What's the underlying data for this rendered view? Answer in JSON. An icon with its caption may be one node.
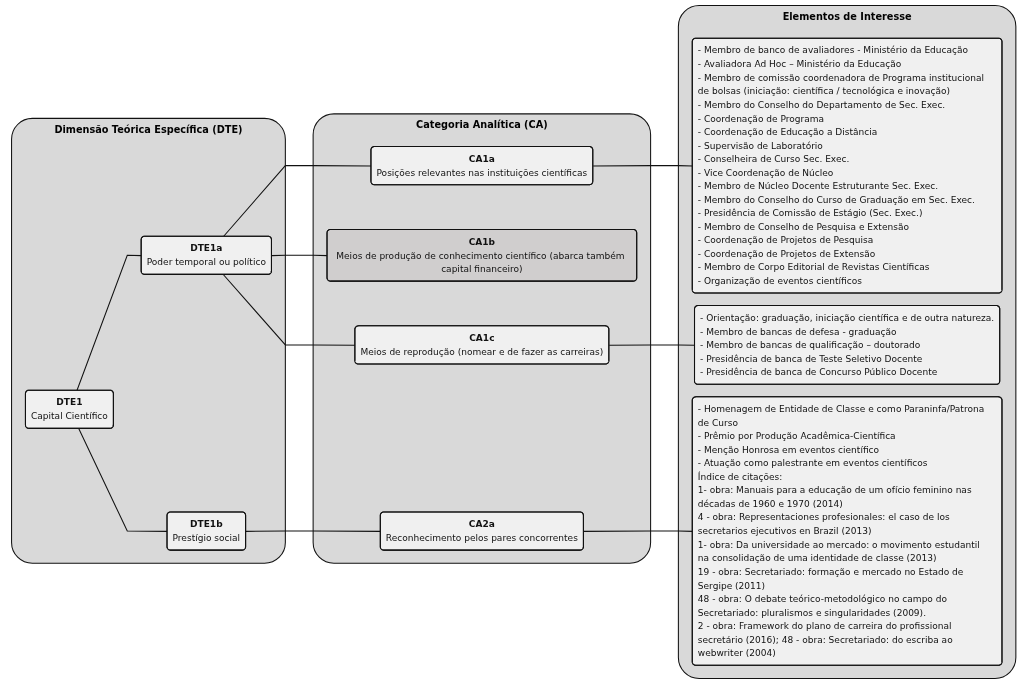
{
  "diagram": {
    "nodes": [
      {
        "text": [
          "Dimensão Teórica Específica (DTE)"
        ]
      },
      {
        "text": [
          "DTE1a",
          "Poder temporal ou político"
        ],
        "in": 0
      },
      {
        "text": [
          "DTE1",
          "Capital Científico"
        ],
        "in": 0
      },
      {
        "text": [
          "DTE1b",
          "Prestígio social"
        ],
        "in": 0
      },
      {
        "text": [
          "Categoria Analítica (CA)"
        ]
      },
      {
        "text": [
          "CA1a",
          "Posições relevantes nas instituições científicas"
        ],
        "in": 4
      },
      {
        "text": [
          "CA1b",
          "Meios de produção de conhecimento científico (abarca também capital financeiro)"
        ],
        "in": 4
      },
      {
        "text": [
          "CA1c",
          "Meios de reprodução (nomear e de fazer as carreiras)"
        ],
        "in": 4
      },
      {
        "text": [
          "CA2a",
          "Reconhecimento pelos pares concorrentes"
        ],
        "in": 4
      },
      {
        "text": [
          "Elementos de Interesse"
        ]
      },
      {
        "text": [
          "- Membro de banco de avaliadores - Ministério da Educação",
          "- Avaliadora Ad Hoc – Ministério da Educação",
          "- Membro de comissão coordenadora de Programa institucional de bolsas (iniciação: científica / tecnológica e inovação)",
          "- Membro do Conselho do Departamento de Sec. Exec.",
          "- Coordenação de Programa",
          "- Coordenação de Educação a Distância",
          "- Supervisão de Laboratório",
          "- Conselheira de Curso Sec. Exec.",
          "- Vice Coordenação de Núcleo",
          "- Membro de Núcleo Docente Estruturante Sec. Exec.",
          "- Membro do Conselho do Curso de Graduação em Sec. Exec.",
          "- Presidência de Comissão de Estágio (Sec. Exec.)",
          "- Membro de Conselho de Pesquisa e Extensão",
          "- Coordenação de Projetos de Pesquisa",
          "- Coordenação de Projetos de Extensão",
          "- Membro de Corpo Editorial de Revistas Científicas",
          "- Organização de eventos científicos"
        ],
        "in": 9
      },
      {
        "text": [
          "- Orientação: graduação, iniciação científica e de outra natureza.",
          "- Membro de bancas de defesa - graduação",
          "- Membro de bancas de qualificação – doutorado",
          "- Presidência de banca de Teste Seletivo Docente",
          "- Presidência de banca de Concurso Público Docente"
        ],
        "in": 9
      },
      {
        "text": [
          "- Homenagem de Entidade de Classe e como Paraninfa/Patrona de Curso",
          "- Prêmio por Produção Acadêmica-Científica",
          "- Menção Honrosa em eventos científico",
          "- Atuação como palestrante em eventos científicos",
          "Índice de citações:",
          "1- obra: Manuais para a educação de um ofício feminino nas décadas de 1960 e 1970 (2014)",
          "4 - obra: Representaciones profesionales: el caso de los secretarios ejecutivos en Brazil (2013)",
          "1- obra: Da universidade ao mercado: o movimento estudantil na consolidação de uma identidade de classe (2013)",
          "19 - obra: Secretariado: formação e mercado no Estado de Sergipe (2011)",
          "48 - obra: O debate teórico-metodológico no campo do Secretariado: pluralismos e singularidades (2009).",
          "2 - obra: Framework do plano de carreira do profissional secretário (2016); 48 - obra: Secretariado: do escriba ao webwriter (2004)"
        ],
        "in": 9
      }
    ],
    "edges": [
      {
        "from": 2,
        "to": 1,
        "arrow": "none"
      },
      {
        "from": 2,
        "to": 3,
        "arrow": "none"
      },
      {
        "from": 1,
        "to": 5,
        "arrow": "none"
      },
      {
        "from": 1,
        "to": 6,
        "arrow": "none"
      },
      {
        "from": 1,
        "to": 7,
        "arrow": "none"
      },
      {
        "from": 3,
        "to": 8,
        "arrow": "none"
      },
      {
        "from": 5,
        "to": 10,
        "arrow": "none"
      },
      {
        "from": 7,
        "to": 11,
        "arrow": "none"
      },
      {
        "from": 8,
        "to": 12,
        "arrow": "none"
      }
    ]
  }
}
